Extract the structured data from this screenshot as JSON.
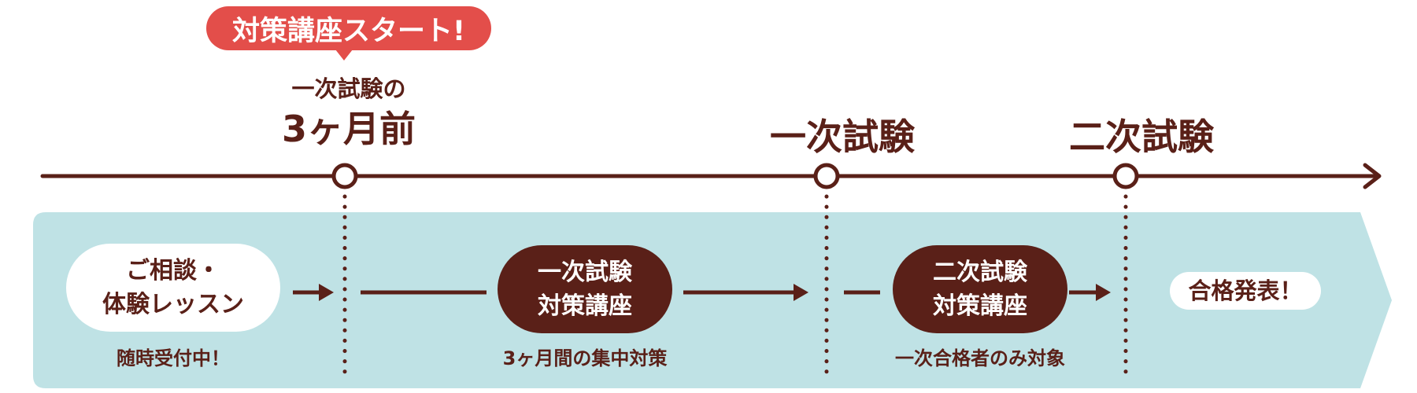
{
  "colors": {
    "brown": "#5a2018",
    "band": "#bfe2e5",
    "callout": "#e34e4a",
    "white": "#ffffff"
  },
  "callout": {
    "label": "対策講座スタート!"
  },
  "milestones": {
    "three_months_before": {
      "prefix": "一次試験の",
      "label": "3ヶ月前"
    },
    "first_exam": {
      "label": "一次試験"
    },
    "second_exam": {
      "label": "二次試験"
    }
  },
  "steps": {
    "consultation": {
      "line1": "ご相談・",
      "line2": "体験レッスン",
      "note": "随時受付中！"
    },
    "first_course": {
      "line1": "一次試験",
      "line2": "対策講座",
      "note": "3ヶ月間の集中対策"
    },
    "second_course": {
      "line1": "二次試験",
      "line2": "対策講座",
      "note": "一次合格者のみ対象"
    },
    "result": {
      "label": "合格発表！"
    }
  }
}
